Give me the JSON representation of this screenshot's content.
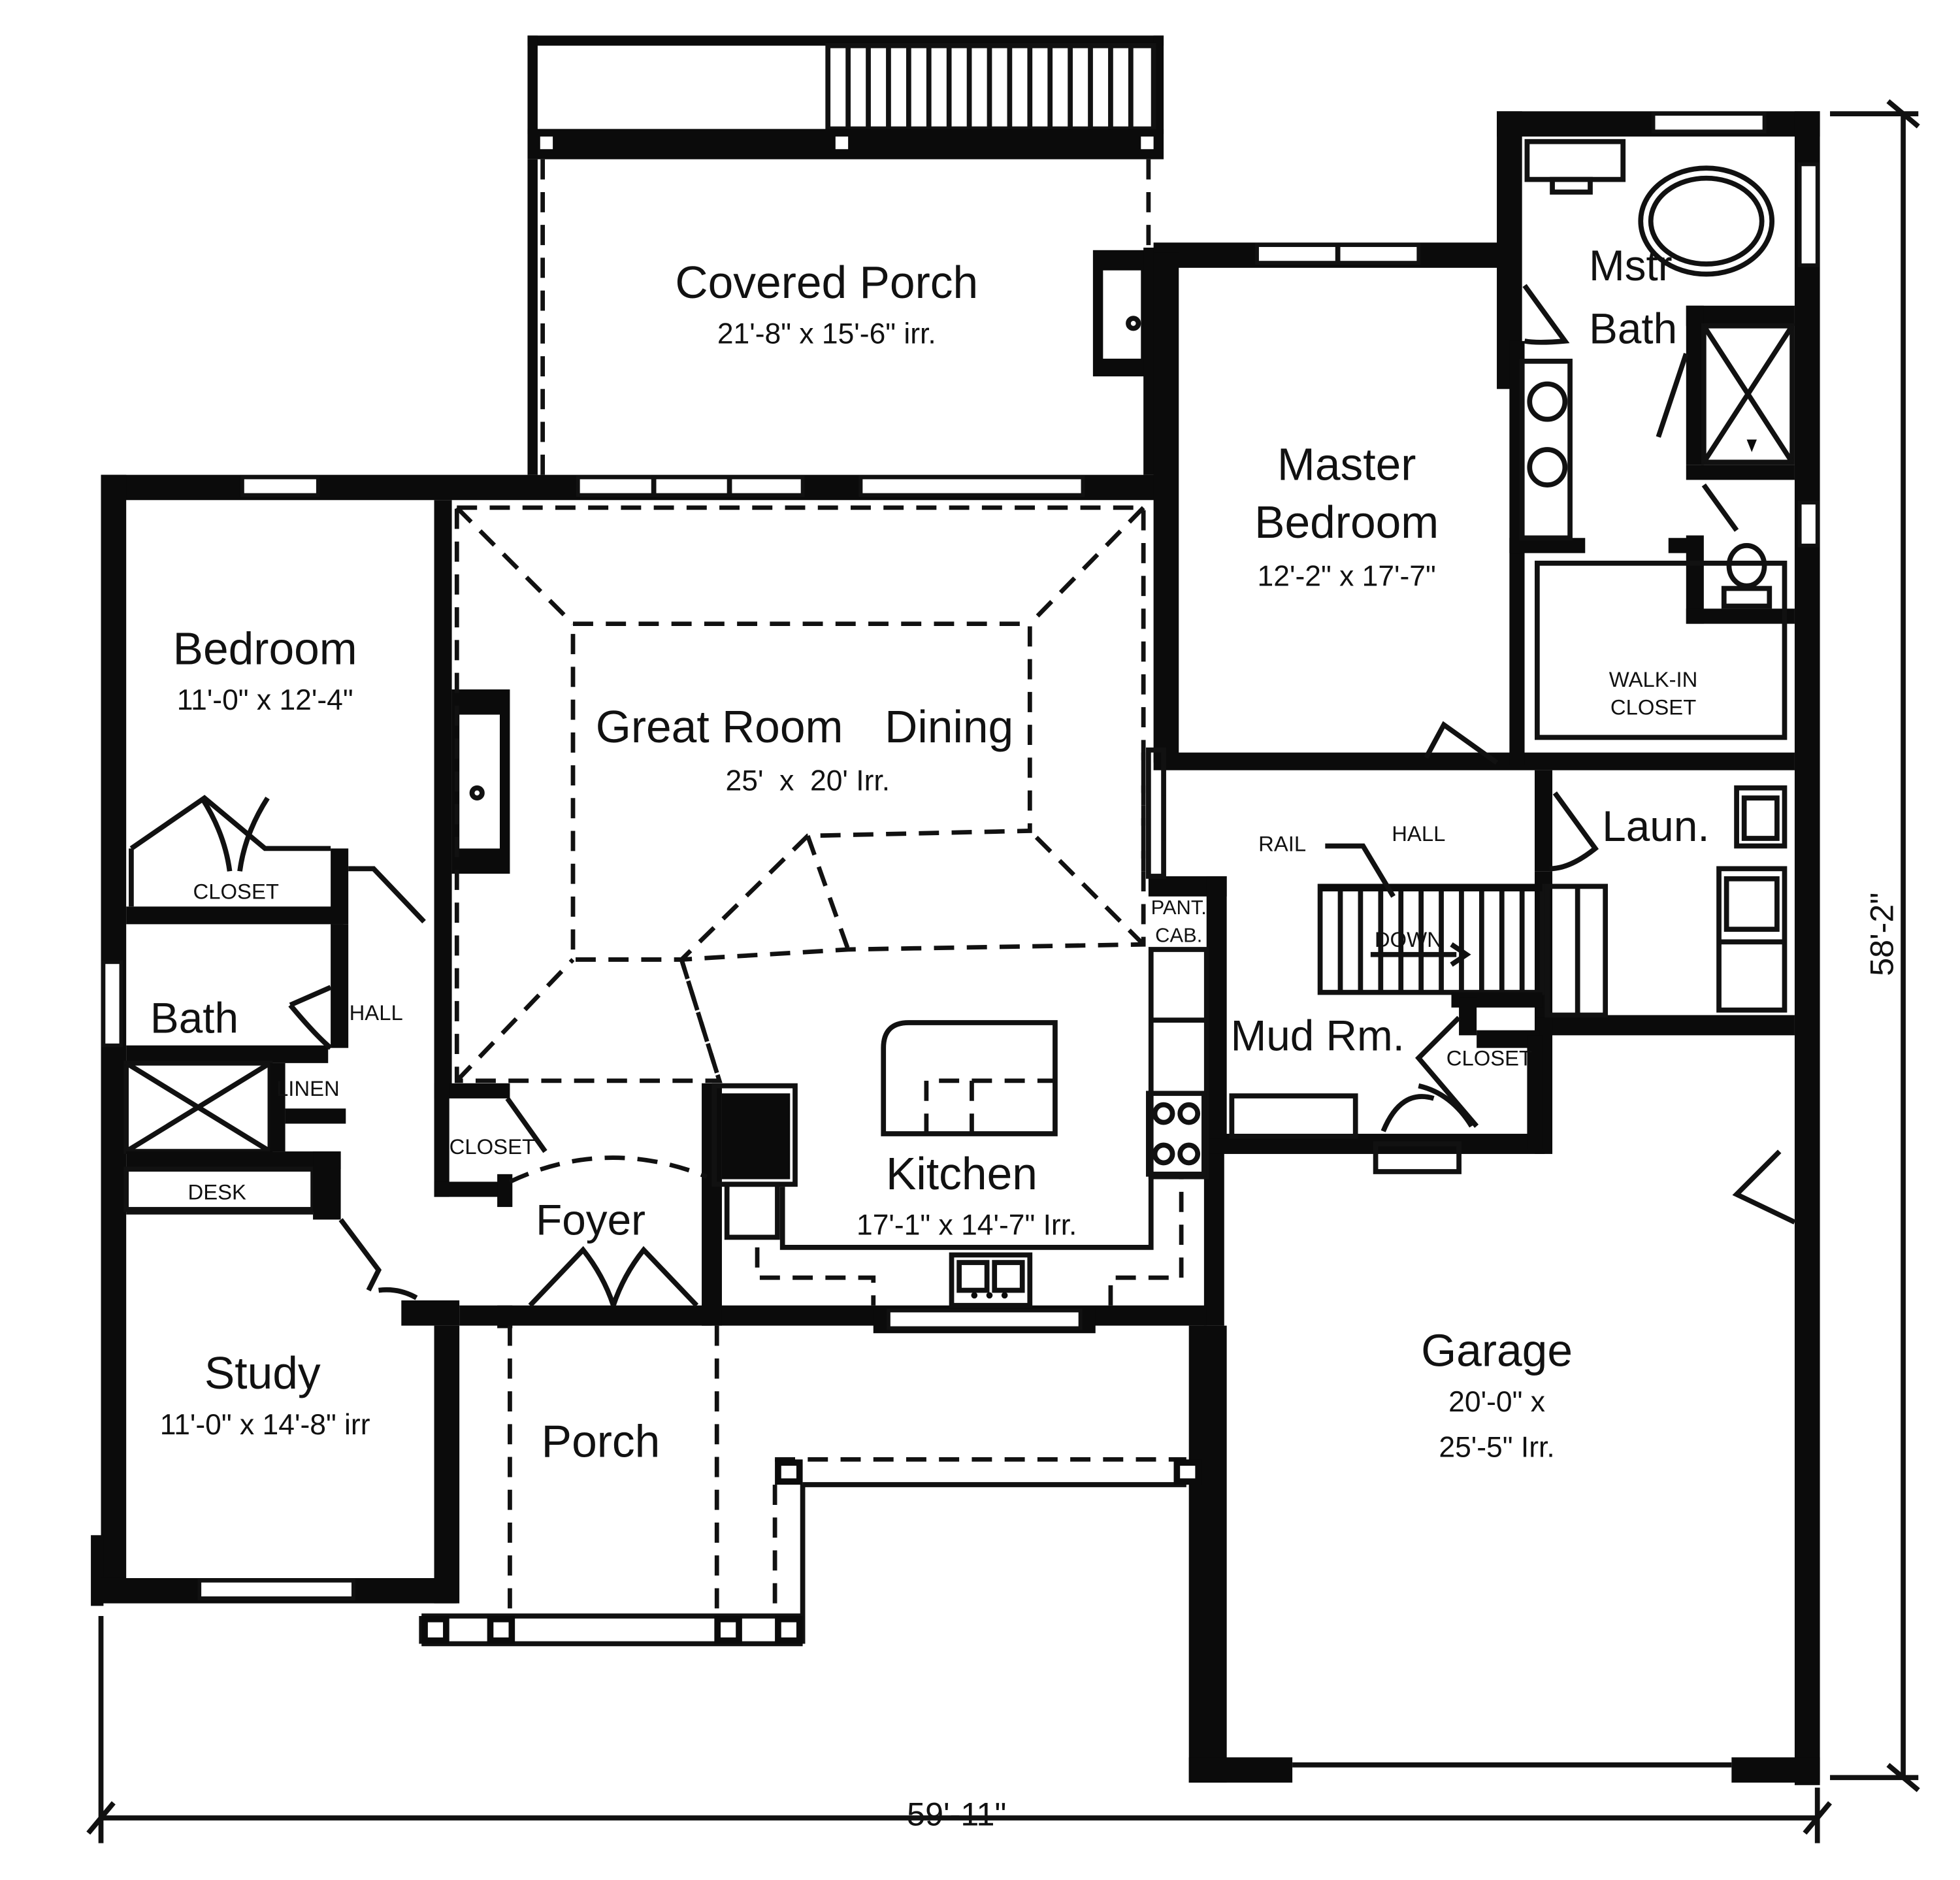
{
  "rooms": {
    "covered_porch": {
      "name": "Covered Porch",
      "size": "21'-8\" x 15'-6\" irr."
    },
    "master_bedroom": {
      "name1": "Master",
      "name2": "Bedroom",
      "size": "12'-2\" x 17'-7\""
    },
    "master_bath": {
      "name1": "Mstr",
      "name2": "Bath"
    },
    "bedroom": {
      "name": "Bedroom",
      "size": "11'-0\" x 12'-4\""
    },
    "great_room": {
      "name1": "Great Room",
      "name2": "Dining",
      "size": "25'  x  20' Irr."
    },
    "walk_in_closet": {
      "line1": "WALK-IN",
      "line2": "CLOSET"
    },
    "laundry": {
      "name": "Laun."
    },
    "bath": {
      "name": "Bath"
    },
    "mud_room": {
      "name": "Mud Rm."
    },
    "kitchen": {
      "name": "Kitchen",
      "size": "17'-1\" x 14'-7\" Irr."
    },
    "foyer": {
      "name": "Foyer"
    },
    "study": {
      "name": "Study",
      "size": "11'-0\" x 14'-8\" irr"
    },
    "porch": {
      "name": "Porch"
    },
    "garage": {
      "name": "Garage",
      "size1": "20'-0\" x",
      "size2": "25'-5\" Irr."
    }
  },
  "labels": {
    "closet_bedroom": "CLOSET",
    "closet_hall": "CLOSET",
    "closet_mud": "CLOSET",
    "hall_west": "HALL",
    "hall_east": "HALL",
    "rail": "RAIL",
    "down": "DOWN",
    "linen": "LINEN",
    "desk": "DESK",
    "pantry1": "PANT.",
    "pantry2": "CAB."
  },
  "dimensions": {
    "overall_width": "59'-11\"",
    "overall_depth": "58'-2\""
  }
}
